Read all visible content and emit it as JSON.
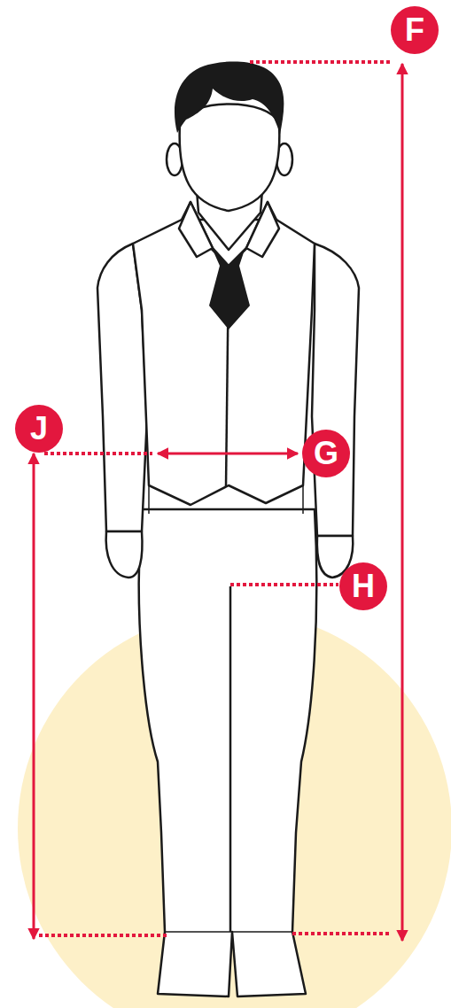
{
  "diagram": {
    "labels": [
      "F",
      "J",
      "G",
      "H"
    ]
  }
}
